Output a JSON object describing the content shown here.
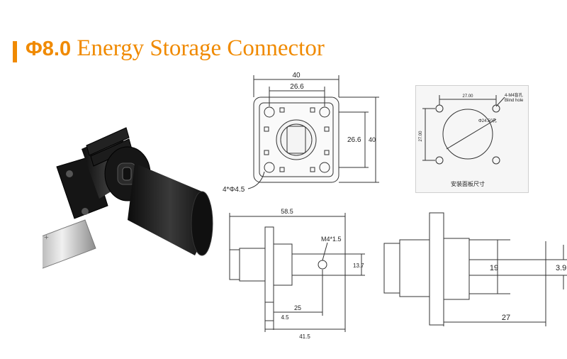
{
  "header": {
    "accent_color": "#f08a00",
    "title_symbol": "Φ8.0",
    "title_text": " Energy Storage Connector"
  },
  "photo": {
    "pin_label": "+"
  },
  "top_view": {
    "dim_width": "40",
    "dim_hole_spacing": "26.6",
    "dim_vertical_spacing": "26.6",
    "dim_vertical_total": "40",
    "dim_holes": "4*Φ4.5"
  },
  "panel_cutout": {
    "dim_spacing_h": "27.00",
    "dim_spacing_v": "27.00",
    "dim_blind_hole_1": "4-M4盲孔",
    "dim_blind_hole_2": "Blind hole",
    "dim_center_hole": "Φ24.50孔",
    "caption": "安装面板尺寸"
  },
  "side_view_left": {
    "dim_total": "58.5",
    "dim_thread": "M4*1.5",
    "dim_height": "13.7",
    "dim_25": "25",
    "dim_4_5": "4.5",
    "dim_41_5": "41.5"
  },
  "side_view_right": {
    "dim_19": "19",
    "dim_3_9": "3.9",
    "dim_27": "27"
  }
}
